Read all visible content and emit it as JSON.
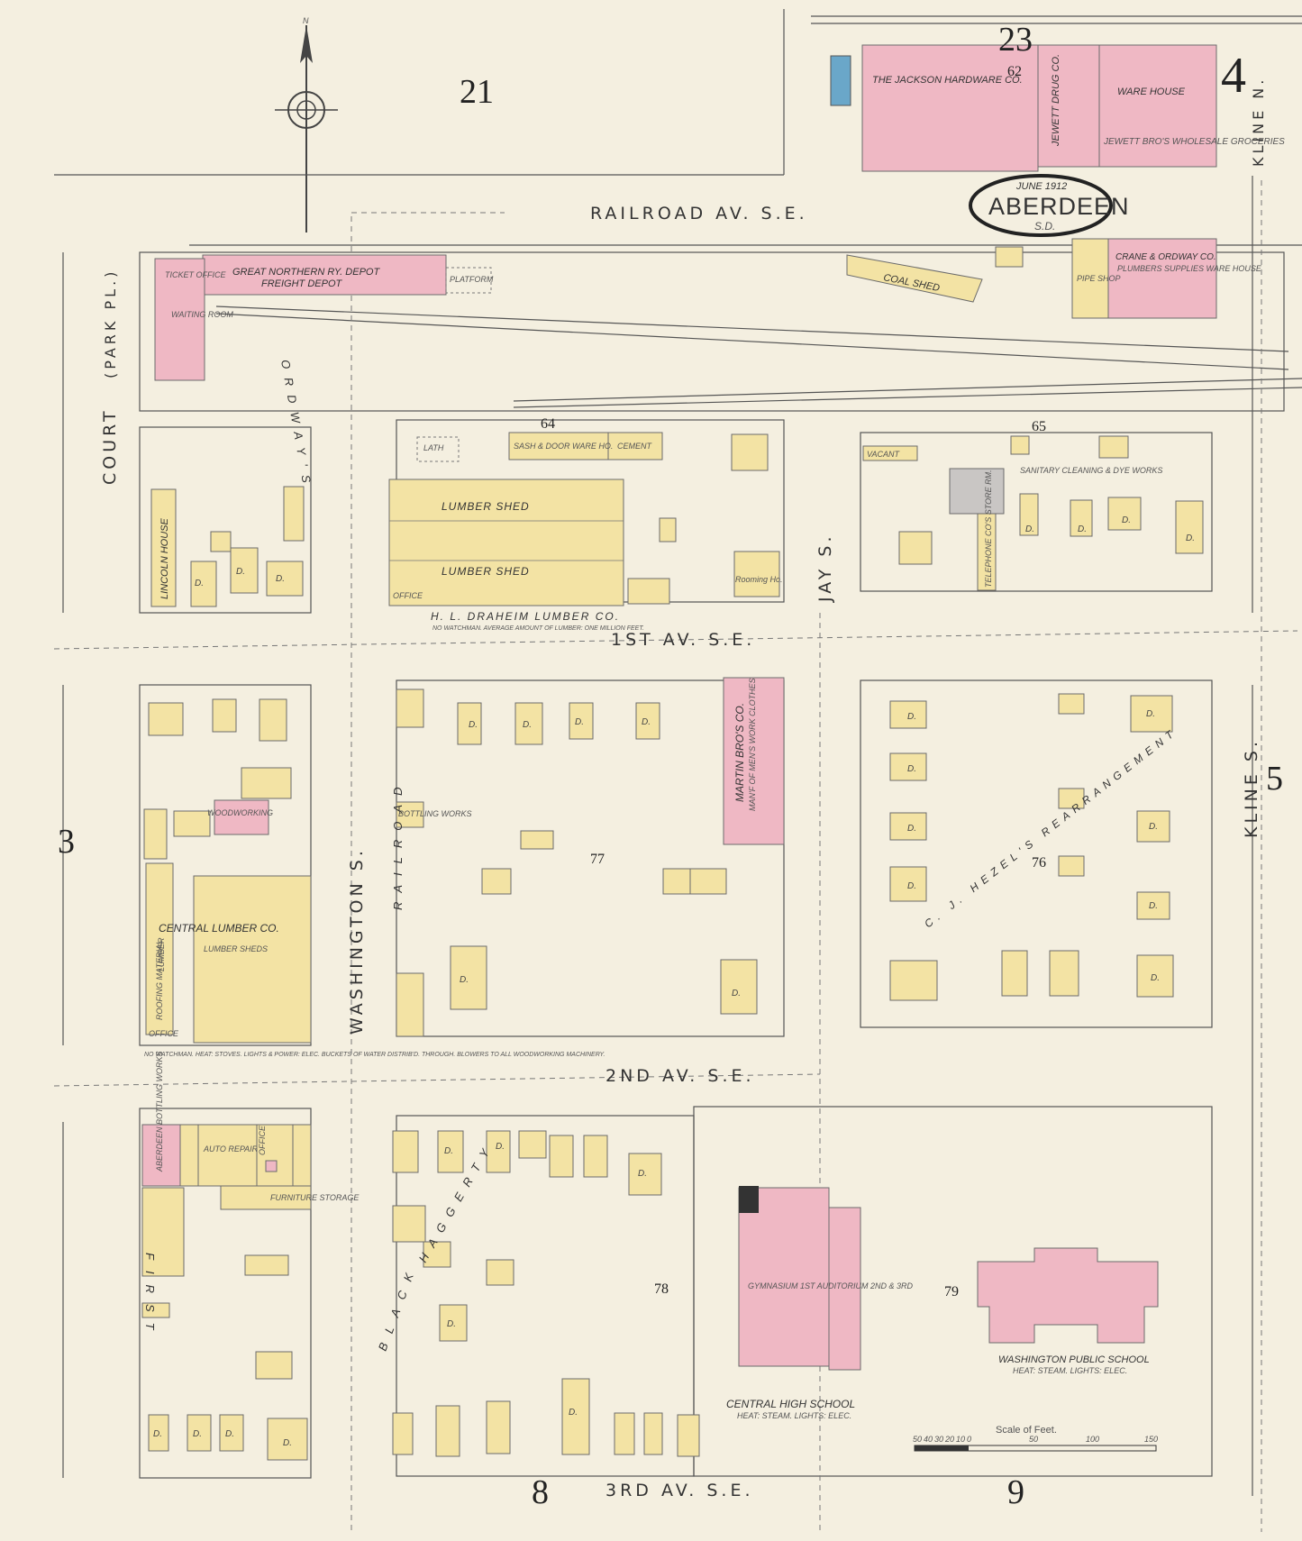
{
  "title_badge": {
    "date": "JUNE 1912",
    "city": "ABERDEEN",
    "state": "S.D."
  },
  "sheet_number": "4",
  "adjoining_sheets": {
    "top": "23",
    "left": "3",
    "right": "5",
    "bottom_left": "8",
    "bottom_right": "9",
    "top_left": "21"
  },
  "streets": {
    "railroad": "RAILROAD AV. S.E.",
    "first_av": "1ST AV. S.E.",
    "second_av": "2ND AV. S.E.",
    "third_av": "3RD AV. S.E.",
    "court": "COURT",
    "park_pl": "(PARK PL.)",
    "washington": "WASHINGTON S.",
    "jay": "JAY S.",
    "kline_s_lower": "KLINE S.",
    "kline_n": "KLINE N."
  },
  "block_numbers": [
    "62",
    "64",
    "65",
    "77",
    "76",
    "78",
    "79"
  ],
  "buildings": {
    "jackson": "THE JACKSON HARDWARE CO.",
    "jewett_drug": "JEWETT DRUG CO.",
    "jewett_bros": "JEWETT BRO'S WHOLESALE GROCERIES",
    "warehouse": "WARE HOUSE",
    "gn_depot": "GREAT NORTHERN RY. DEPOT",
    "freight_depot": "FREIGHT DEPOT",
    "ticket_office": "TICKET OFFICE",
    "waiting_room": "WAITING ROOM",
    "platform": "PLATFORM",
    "coal_shed": "COAL SHED",
    "crane_ordway": "CRANE & ORDWAY CO.",
    "crane_sub": "PLUMBERS SUPPLIES WARE HOUSE",
    "pipe_shop": "PIPE SHOP",
    "sash_door": "SASH & DOOR WARE HO.",
    "cement": "CEMENT",
    "lath": "LATH",
    "lumber_shed": "LUMBER SHED",
    "draheim": "H. L. DRAHEIM LUMBER CO.",
    "draheim_note": "NO WATCHMAN. AVERAGE AMOUNT OF LUMBER: ONE MILLION FEET.",
    "rooming": "Rooming Ho.",
    "lincoln_house": "LINCOLN HOUSE",
    "vacant": "VACANT",
    "sanitary": "SANITARY CLEANING & DYE WORKS",
    "telephone": "TELEPHONE CO'S STORE RM.",
    "martin_bros": "MARTIN BRO'S CO.",
    "martin_sub": "MAN'F OF MEN'S WORK CLOTHES",
    "bottling": "BOTTLING WORKS",
    "central_lumber": "CENTRAL LUMBER CO.",
    "lumber_sheds": "LUMBER SHEDS",
    "lumber": "LUMBER",
    "office": "OFFICE",
    "roofing": "ROOFING MATERIAL",
    "woodworking": "WOODWORKING",
    "central_note": "NO WATCHMAN. HEAT: STOVES. LIGHTS & POWER: ELEC. BUCKETS OF WATER DISTRIB'D. THROUGH. BLOWERS TO ALL WOODWORKING MACHINERY.",
    "aberdeen_bottling": "ABERDEEN BOTTLING WORKS",
    "auto_repairing": "AUTO REPAIRING",
    "furniture": "FURNITURE STORAGE",
    "gymnasium": "GYMNASIUM 1ST AUDITORIUM 2ND & 3RD",
    "central_high": "CENTRAL HIGH SCHOOL",
    "central_high_note": "HEAT: STEAM. LIGHTS: ELEC.",
    "washington_school": "WASHINGTON PUBLIC SCHOOL",
    "washington_note": "HEAT: STEAM. LIGHTS: ELEC.",
    "hezel": "C. J. HEZEL'S REARRANGEMENT",
    "alley_ordway": "ORDWAY'S",
    "alley_first": "FIRST",
    "alley_black": "BLACK",
    "alley_haggerty": "HAGGERTY",
    "alley_railroad": "RAILROAD",
    "dwelling": "D."
  },
  "scale": {
    "label": "Scale of Feet.",
    "ticks": [
      "50",
      "40",
      "30",
      "20",
      "10",
      "0",
      "50",
      "100",
      "150"
    ]
  },
  "colors": {
    "frame": "#f3e3a4",
    "brick": "#efb8c4",
    "stone": "#c9c6c4",
    "special": "#6aa7c9",
    "paper": "#f4efe0"
  }
}
